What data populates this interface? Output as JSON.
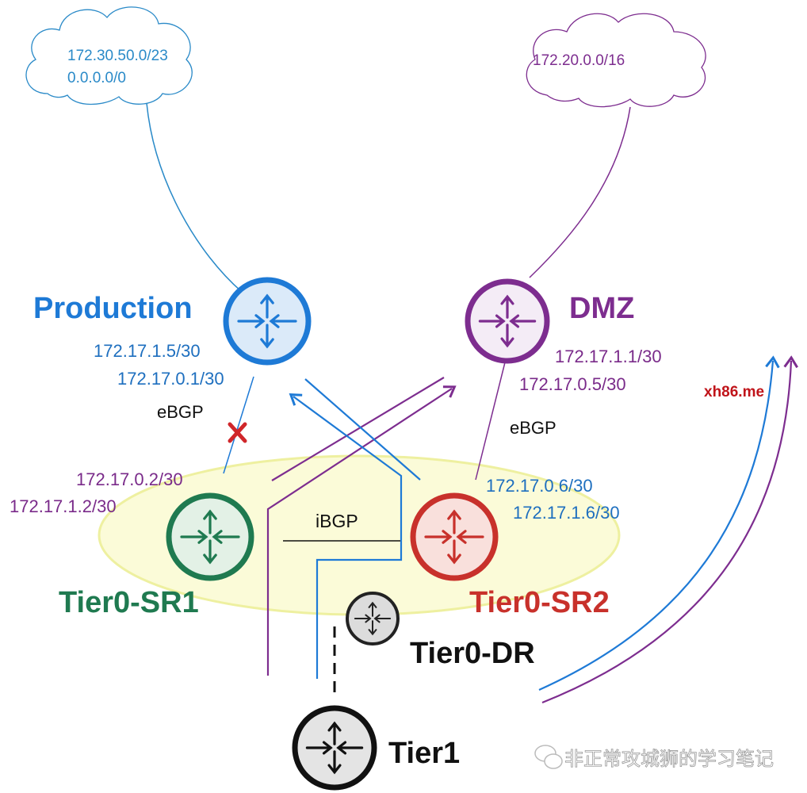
{
  "clouds": {
    "production": {
      "lines": [
        "172.30.50.0/23",
        "0.0.0.0/0"
      ]
    },
    "dmz": {
      "lines": [
        "172.20.0.0/16"
      ]
    }
  },
  "routers": {
    "production": {
      "label": "Production",
      "color": "#1e7ad6"
    },
    "dmz": {
      "label": "DMZ",
      "color": "#7d2d8f"
    },
    "sr1": {
      "label": "Tier0-SR1",
      "color": "#1f7a50"
    },
    "sr2": {
      "label": "Tier0-SR2",
      "color": "#c8312b"
    },
    "dr": {
      "label": "Tier0-DR",
      "color": "#222222"
    },
    "tier1": {
      "label": "Tier1",
      "color": "#111111"
    }
  },
  "links": {
    "prod_ip1": "172.17.1.5/30",
    "prod_ip2": "172.17.0.1/30",
    "ebgp_left": "eBGP",
    "sr1_ip1": "172.17.0.2/30",
    "sr1_ip2": "172.17.1.2/30",
    "dmz_ip1": "172.17.1.1/30",
    "dmz_ip2": "172.17.0.5/30",
    "ebgp_right": "eBGP",
    "sr2_ip1": "172.17.0.6/30",
    "sr2_ip2": "172.17.1.6/30",
    "ibgp": "iBGP"
  },
  "watermark": {
    "site": "xh86.me",
    "account": "非正常攻城狮的学习笔记"
  }
}
